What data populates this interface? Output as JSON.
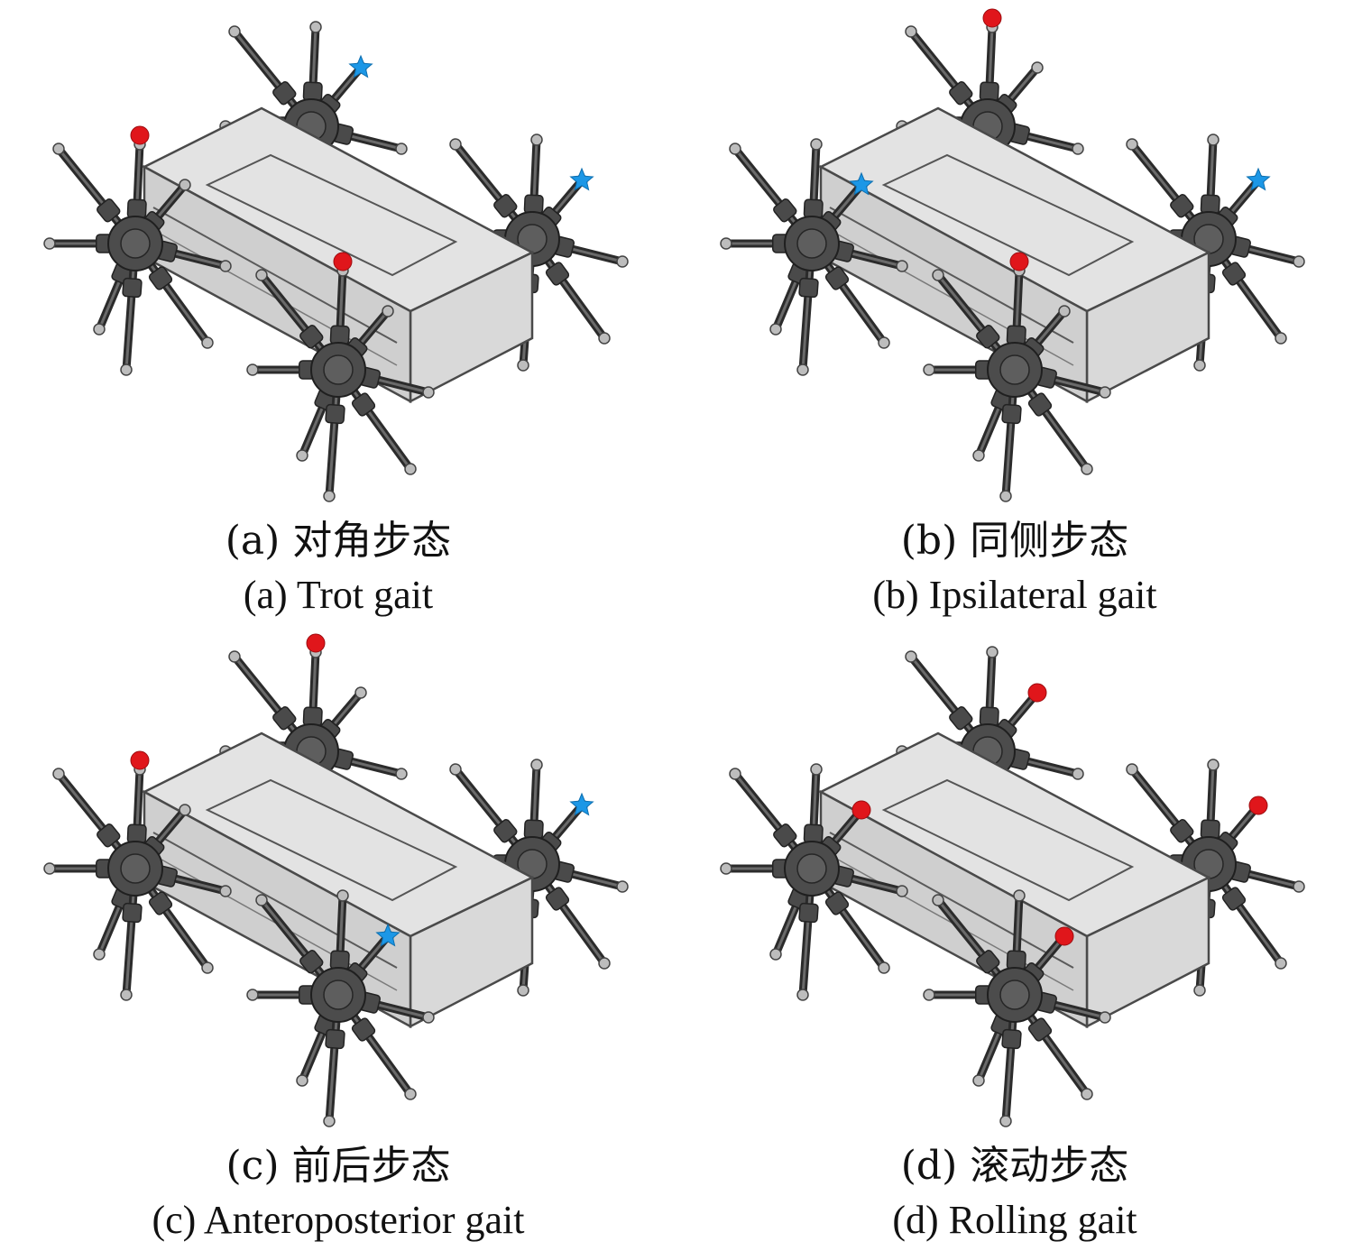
{
  "colors": {
    "body_top": "#e3e3e3",
    "body_front": "#cfcfcf",
    "body_side": "#d9d9d9",
    "outline": "#4a4a4a",
    "leg": "#3a3a3a",
    "hub": "#4c4c4c",
    "red_marker": "#e0161b",
    "blue_marker": "#1c97e6"
  },
  "panels": [
    {
      "caption_zh": "(a) 对角步态",
      "caption_en": "(a) Trot gait",
      "markers": [
        {
          "pod": "front-left",
          "leg": "up",
          "kind": "circle",
          "color": "red"
        },
        {
          "pod": "front-right",
          "leg": "up",
          "kind": "circle",
          "color": "red"
        },
        {
          "pod": "rear-left",
          "leg": "body",
          "kind": "star",
          "color": "blue"
        },
        {
          "pod": "rear-right",
          "leg": "body",
          "kind": "star",
          "color": "blue"
        }
      ]
    },
    {
      "caption_zh": "(b) 同侧步态",
      "caption_en": "(b) Ipsilateral gait",
      "markers": [
        {
          "pod": "rear-left",
          "leg": "up",
          "kind": "circle",
          "color": "red"
        },
        {
          "pod": "front-right",
          "leg": "up",
          "kind": "circle",
          "color": "red"
        },
        {
          "pod": "front-left",
          "leg": "body",
          "kind": "star",
          "color": "blue"
        },
        {
          "pod": "rear-right",
          "leg": "body",
          "kind": "star",
          "color": "blue"
        }
      ]
    },
    {
      "caption_zh": "(c) 前后步态",
      "caption_en": "(c) Anteroposterior gait",
      "markers": [
        {
          "pod": "front-left",
          "leg": "up",
          "kind": "circle",
          "color": "red"
        },
        {
          "pod": "rear-left",
          "leg": "up",
          "kind": "circle",
          "color": "red"
        },
        {
          "pod": "front-right",
          "leg": "body",
          "kind": "star",
          "color": "blue"
        },
        {
          "pod": "rear-right",
          "leg": "body",
          "kind": "star",
          "color": "blue"
        }
      ]
    },
    {
      "caption_zh": "(d) 滚动步态",
      "caption_en": "(d) Rolling gait",
      "markers": [
        {
          "pod": "front-left",
          "leg": "body",
          "kind": "circle",
          "color": "red"
        },
        {
          "pod": "rear-left",
          "leg": "body",
          "kind": "circle",
          "color": "red"
        },
        {
          "pod": "front-right",
          "leg": "body",
          "kind": "circle",
          "color": "red"
        },
        {
          "pod": "rear-right",
          "leg": "body",
          "kind": "circle",
          "color": "red"
        }
      ]
    }
  ]
}
